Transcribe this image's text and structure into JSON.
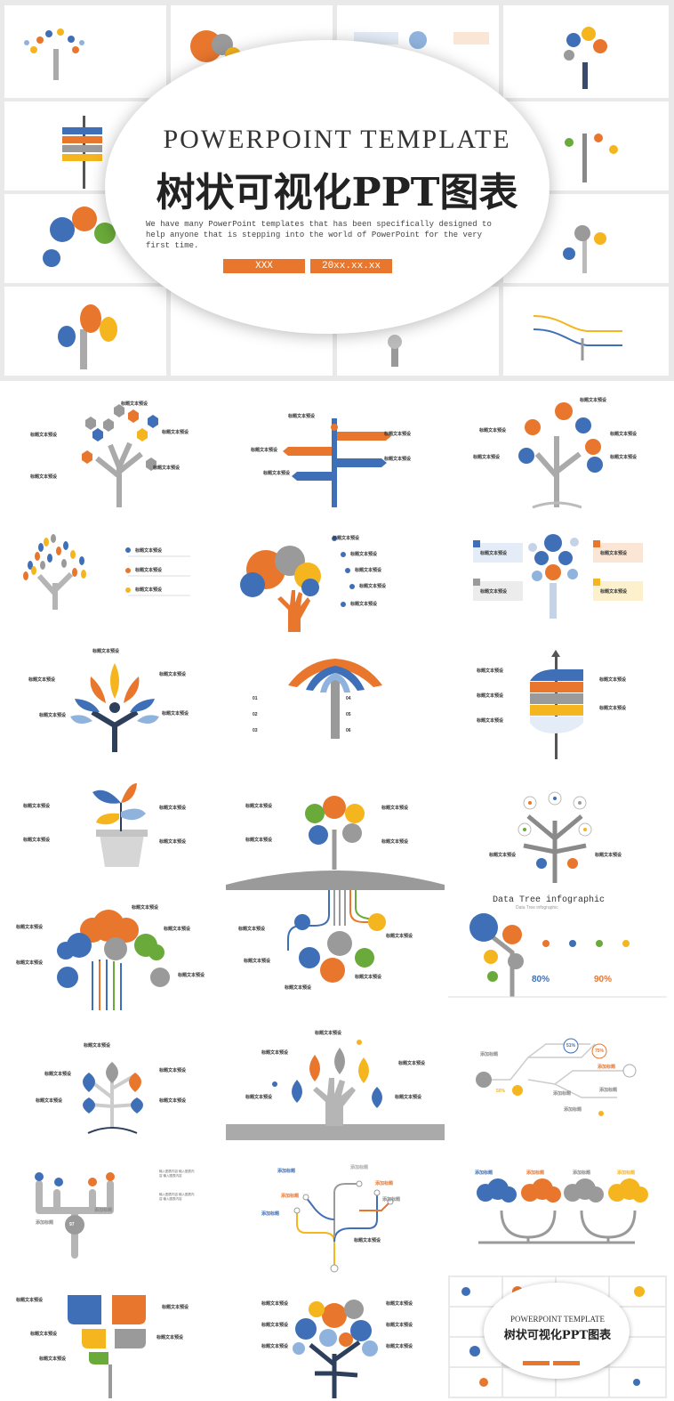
{
  "hero": {
    "title_en": "POWERPOINT TEMPLATE",
    "title_cn": "树状可视化PPT图表",
    "description": "We have many PowerPoint templates that has been specifically designed to help anyone that is stepping into the world of PowerPoint for the very first time.",
    "button_left": "XXX",
    "button_right": "20xx.xx.xx"
  },
  "labels": {
    "heading": "标题文本预设",
    "body": "输入图表内容 输入图表内容 输入图表内容",
    "add_title": "添加标题",
    "data_tree_title": "Data Tree infographic",
    "data_tree_sub": "Data Tree infographic",
    "pct_80": "80%",
    "pct_90": "90%",
    "pct_50": "50%",
    "pct_51": "51%",
    "pct_75": "75%",
    "num_97": "97",
    "nums": [
      "01",
      "02",
      "03",
      "04",
      "05",
      "06"
    ]
  },
  "thumb_preview": {
    "title_en": "POWERPOINT TEMPLATE",
    "title_cn": "树状可视化PPT图表"
  },
  "colors": {
    "orange": "#e8762d",
    "blue": "#3f6fb6",
    "yellow": "#f5b51e",
    "gray": "#9a9a9a",
    "green": "#6aaa3a",
    "light_blue": "#8fb3dc"
  }
}
